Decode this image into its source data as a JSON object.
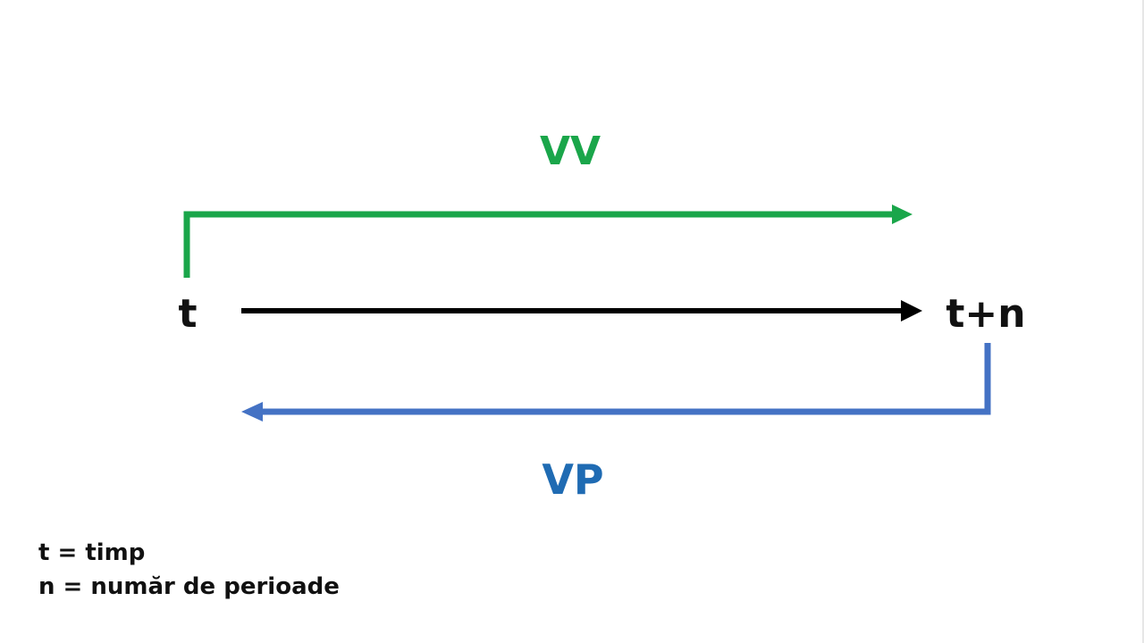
{
  "diagram": {
    "future_value_label": "VV",
    "present_value_label": "VP",
    "start_label": "t",
    "end_label": "t+n"
  },
  "legend": {
    "line1": "t = timp",
    "line2": "n = număr de perioade"
  },
  "colors": {
    "future_value": "#1aa64a",
    "present_value": "#4472c4",
    "present_value_text": "#1f6bb3",
    "timeline": "#000000",
    "text": "#111111"
  }
}
